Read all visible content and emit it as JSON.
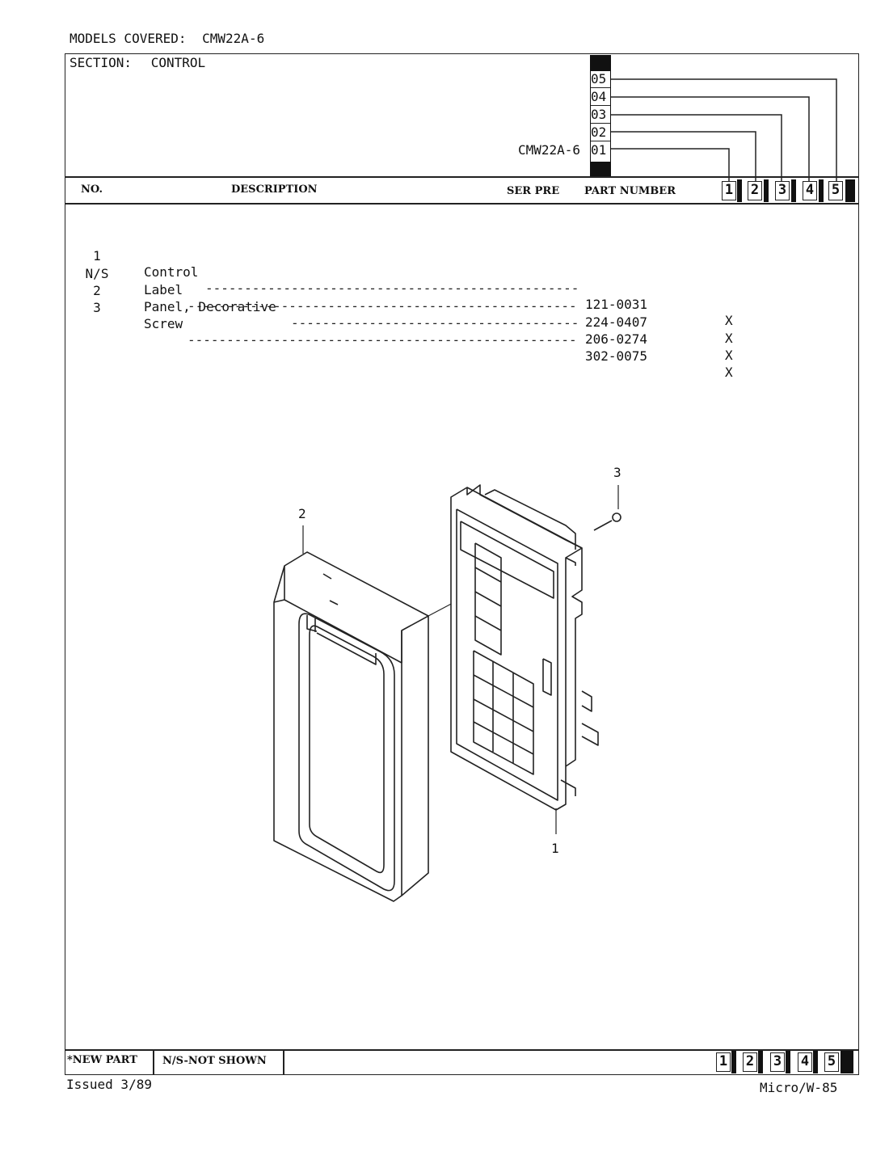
{
  "header": {
    "models_covered_label": "MODELS COVERED:",
    "models_covered_value": "CMW22A-6",
    "section_label": "SECTION:",
    "section_value": "CONTROL",
    "model_row_label": "CMW22A-6",
    "prefixes": [
      "05",
      "04",
      "03",
      "02",
      "01"
    ]
  },
  "columns": {
    "no": "NO.",
    "description": "DESCRIPTION",
    "ser_pre": "SER PRE",
    "part_number": "PART NUMBER",
    "models": [
      "1",
      "2",
      "3",
      "4",
      "5"
    ]
  },
  "parts": [
    {
      "no": "1",
      "description": "Control",
      "part_number": "121-0031",
      "mark": "X"
    },
    {
      "no": "N/S",
      "description": "Label",
      "part_number": "224-0407",
      "mark": "X"
    },
    {
      "no": "2",
      "description": "Panel, Decorative",
      "part_number": "206-0274",
      "mark": "X"
    },
    {
      "no": "3",
      "description": "Screw",
      "part_number": "302-0075",
      "mark": "X"
    }
  ],
  "diagram": {
    "callouts": [
      "2",
      "3",
      "1"
    ]
  },
  "footer": {
    "new_part": "*NEW PART",
    "not_shown": "N/S-NOT SHOWN",
    "models": [
      "1",
      "2",
      "3",
      "4",
      "5"
    ],
    "issued": "Issued 3/89",
    "page_ref": "Micro/W-85"
  }
}
